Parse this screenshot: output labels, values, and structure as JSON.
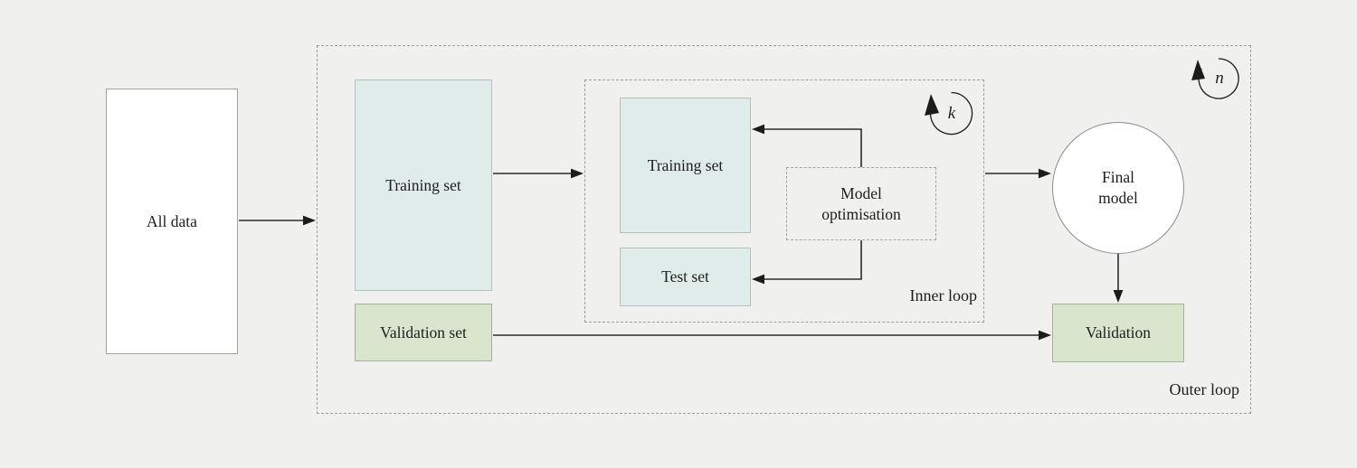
{
  "diagram": {
    "title_hint": "Nested cross-validation workflow",
    "colors": {
      "background": "#f0f0ee",
      "teal_fill": "#e0ecea",
      "green_fill": "#d9e5cd",
      "white_fill": "#ffffff",
      "dashed_border": "#9e9e98",
      "arrow": "#2b2b28",
      "text": "#1e1e1c"
    },
    "nodes": {
      "all_data": "All data",
      "outer_training_set": "Training set",
      "validation_set": "Validation set",
      "inner_training_set": "Training set",
      "test_set": "Test set",
      "model_optimisation": "Model\noptimisation",
      "final_model": "Final\nmodel",
      "validation": "Validation"
    },
    "loops": {
      "outer_label": "Outer loop",
      "inner_label": "Inner loop",
      "inner_symbol": "k",
      "outer_symbol": "n"
    }
  }
}
